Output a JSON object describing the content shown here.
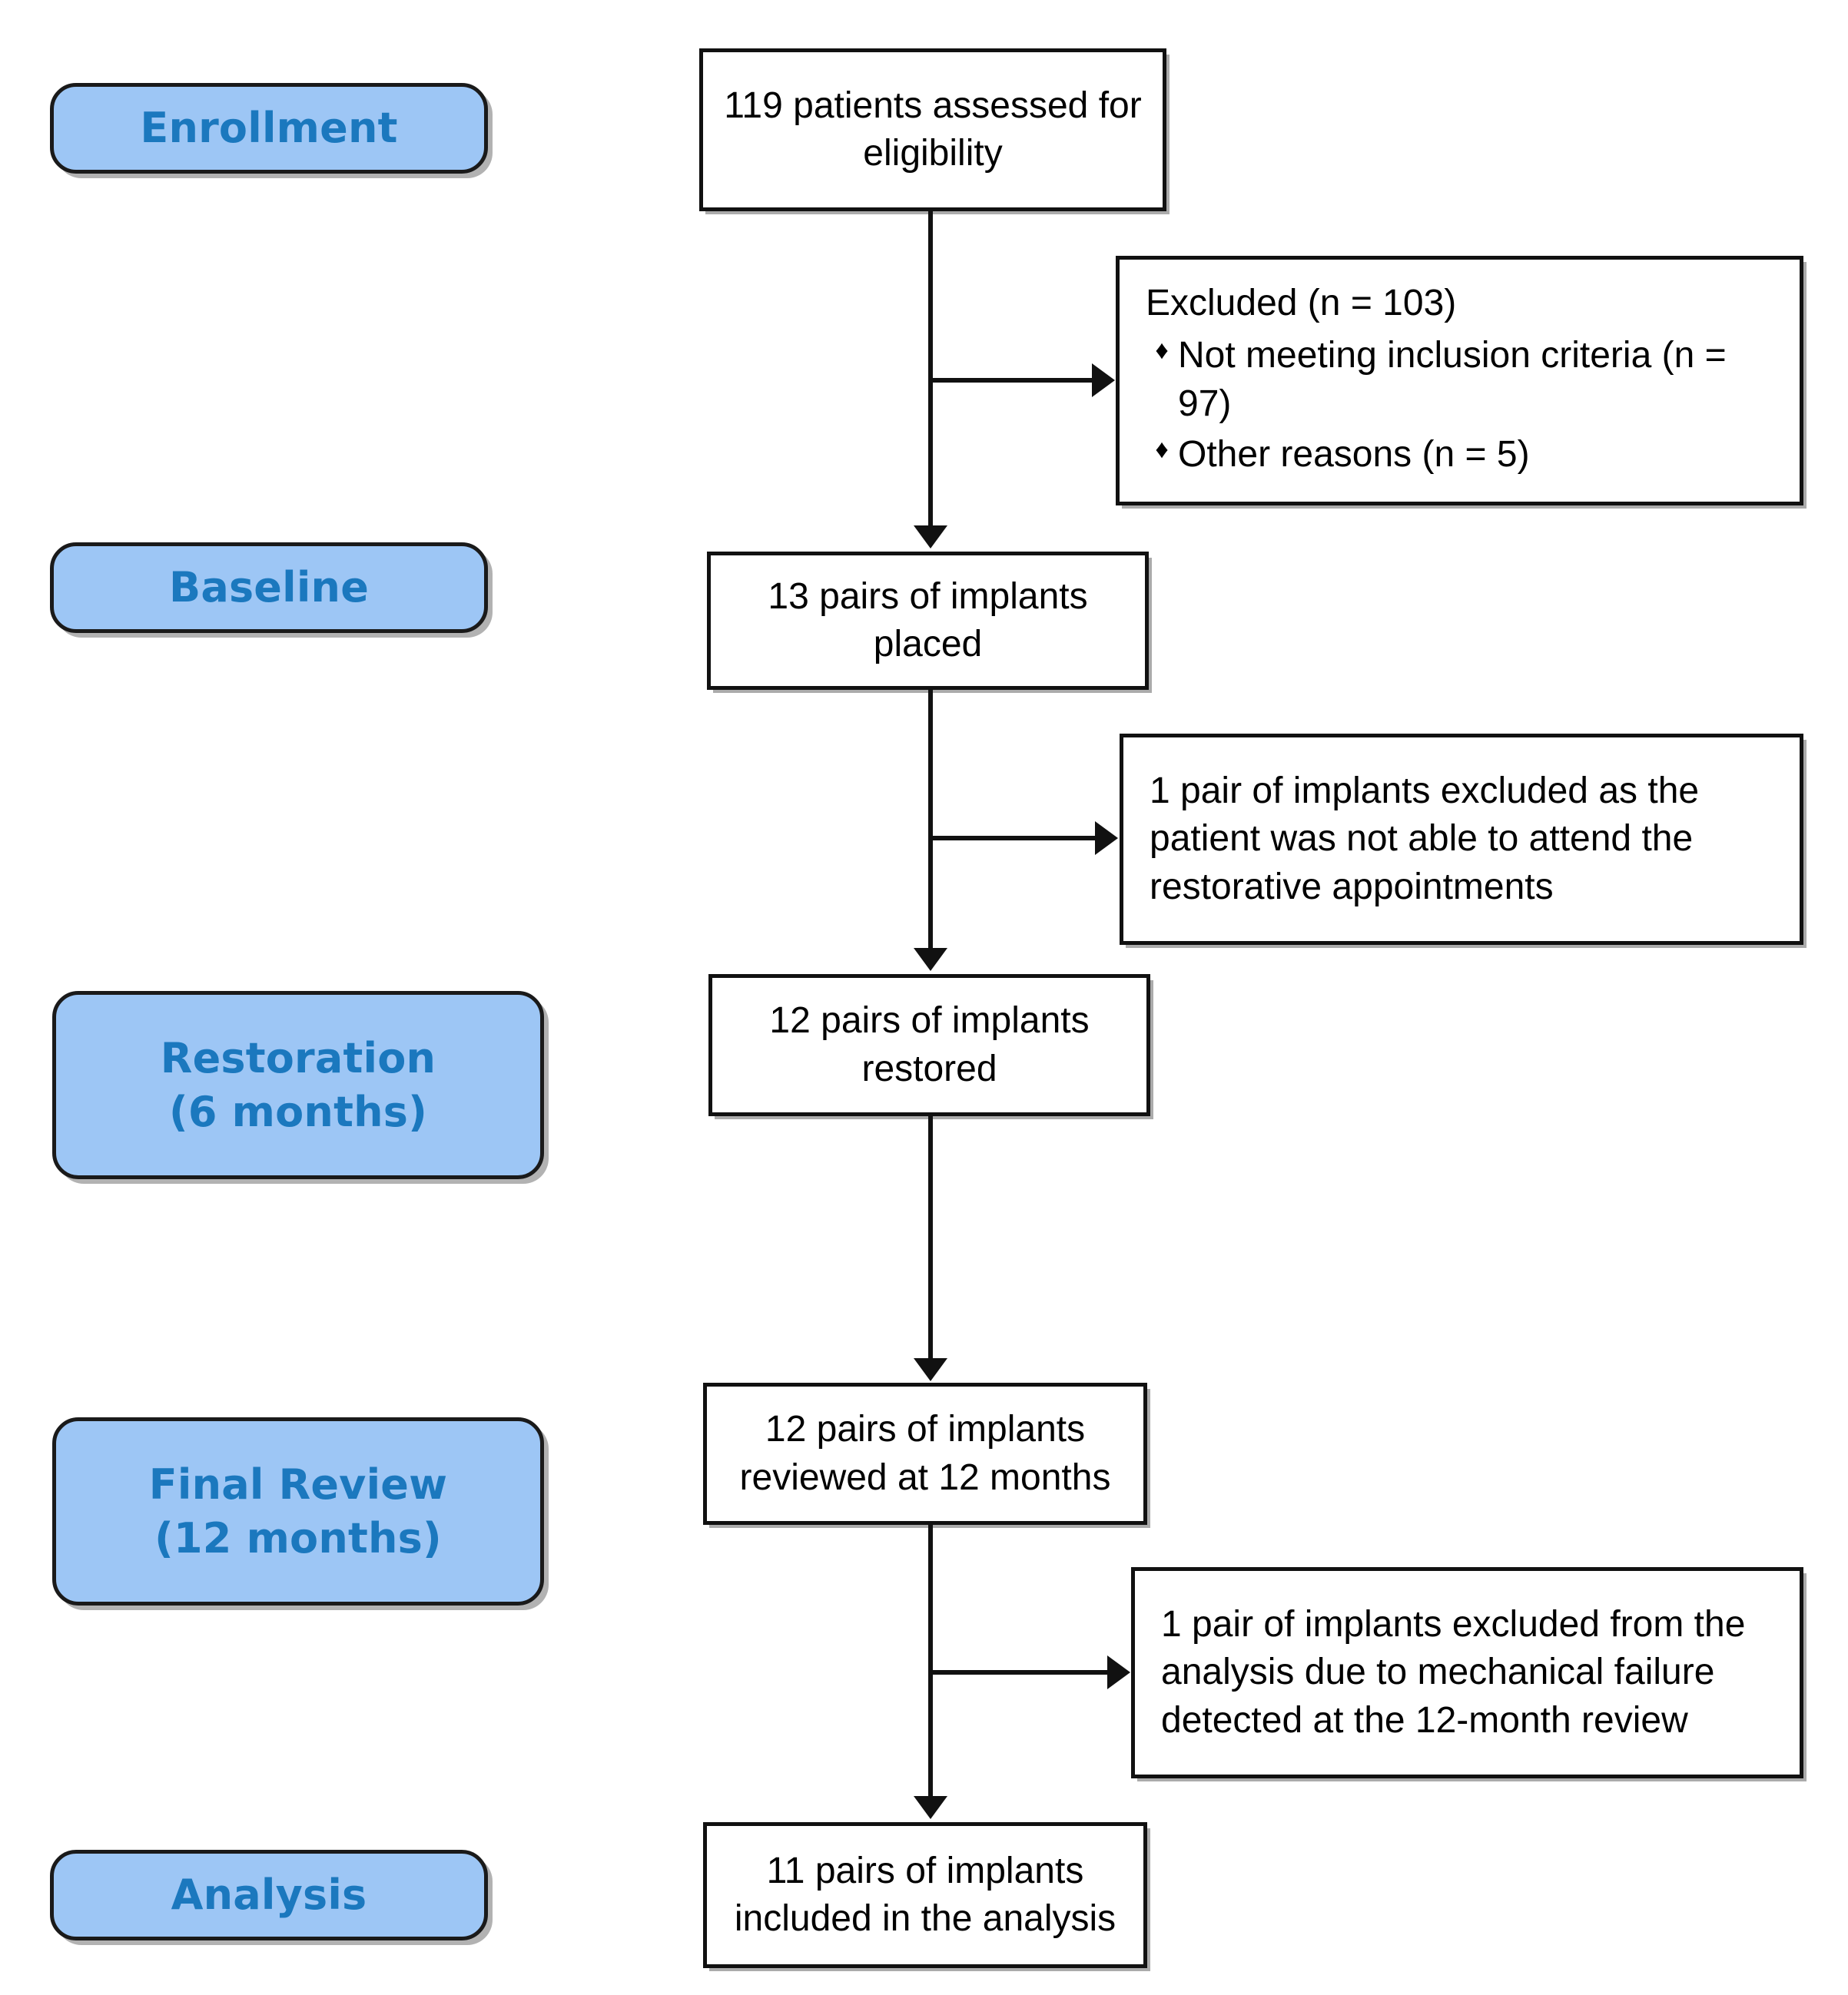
{
  "diagram": {
    "title": "CONSORT participant flow diagram",
    "colors": {
      "stage_fill": "#9DC6F5",
      "stage_text": "#1B78BE",
      "box_border": "#111111",
      "box_fill": "#FFFFFF",
      "connector": "#111111"
    }
  },
  "stages": [
    {
      "id": "enrollment",
      "label": "Enrollment",
      "sublabel": ""
    },
    {
      "id": "baseline",
      "label": "Baseline",
      "sublabel": ""
    },
    {
      "id": "restoration",
      "label": "Restoration",
      "sublabel": "(6 months)"
    },
    {
      "id": "final_review",
      "label": "Final Review",
      "sublabel": "(12 months)"
    },
    {
      "id": "analysis",
      "label": "Analysis",
      "sublabel": ""
    }
  ],
  "flow_boxes": [
    {
      "id": "assessed",
      "line1": "119 patients assessed for",
      "line2": "eligibility"
    },
    {
      "id": "placed",
      "line1": "13 pairs of implants",
      "line2": "placed"
    },
    {
      "id": "restored",
      "line1": "12 pairs of implants",
      "line2": "restored"
    },
    {
      "id": "reviewed",
      "line1": "12 pairs of implants",
      "line2": "reviewed at 12 months"
    },
    {
      "id": "analysed",
      "line1": "11 pairs of implants",
      "line2": "included in the analysis"
    }
  ],
  "exclusions": [
    {
      "id": "excluded_enrollment",
      "heading": "Excluded (n = 103)",
      "bullet_glyph": "♦",
      "bullets": [
        "Not meeting inclusion criteria (n = 97)",
        "Other reasons (n = 5)"
      ]
    },
    {
      "id": "excluded_baseline",
      "line1": "1 pair of implants excluded as the",
      "line2": "patient was not able to attend the",
      "line3": "restorative appointments"
    },
    {
      "id": "excluded_review",
      "line1": "1 pair of implants excluded from the",
      "line2": "analysis due to mechanical failure",
      "line3": "detected at the 12-month review"
    }
  ]
}
